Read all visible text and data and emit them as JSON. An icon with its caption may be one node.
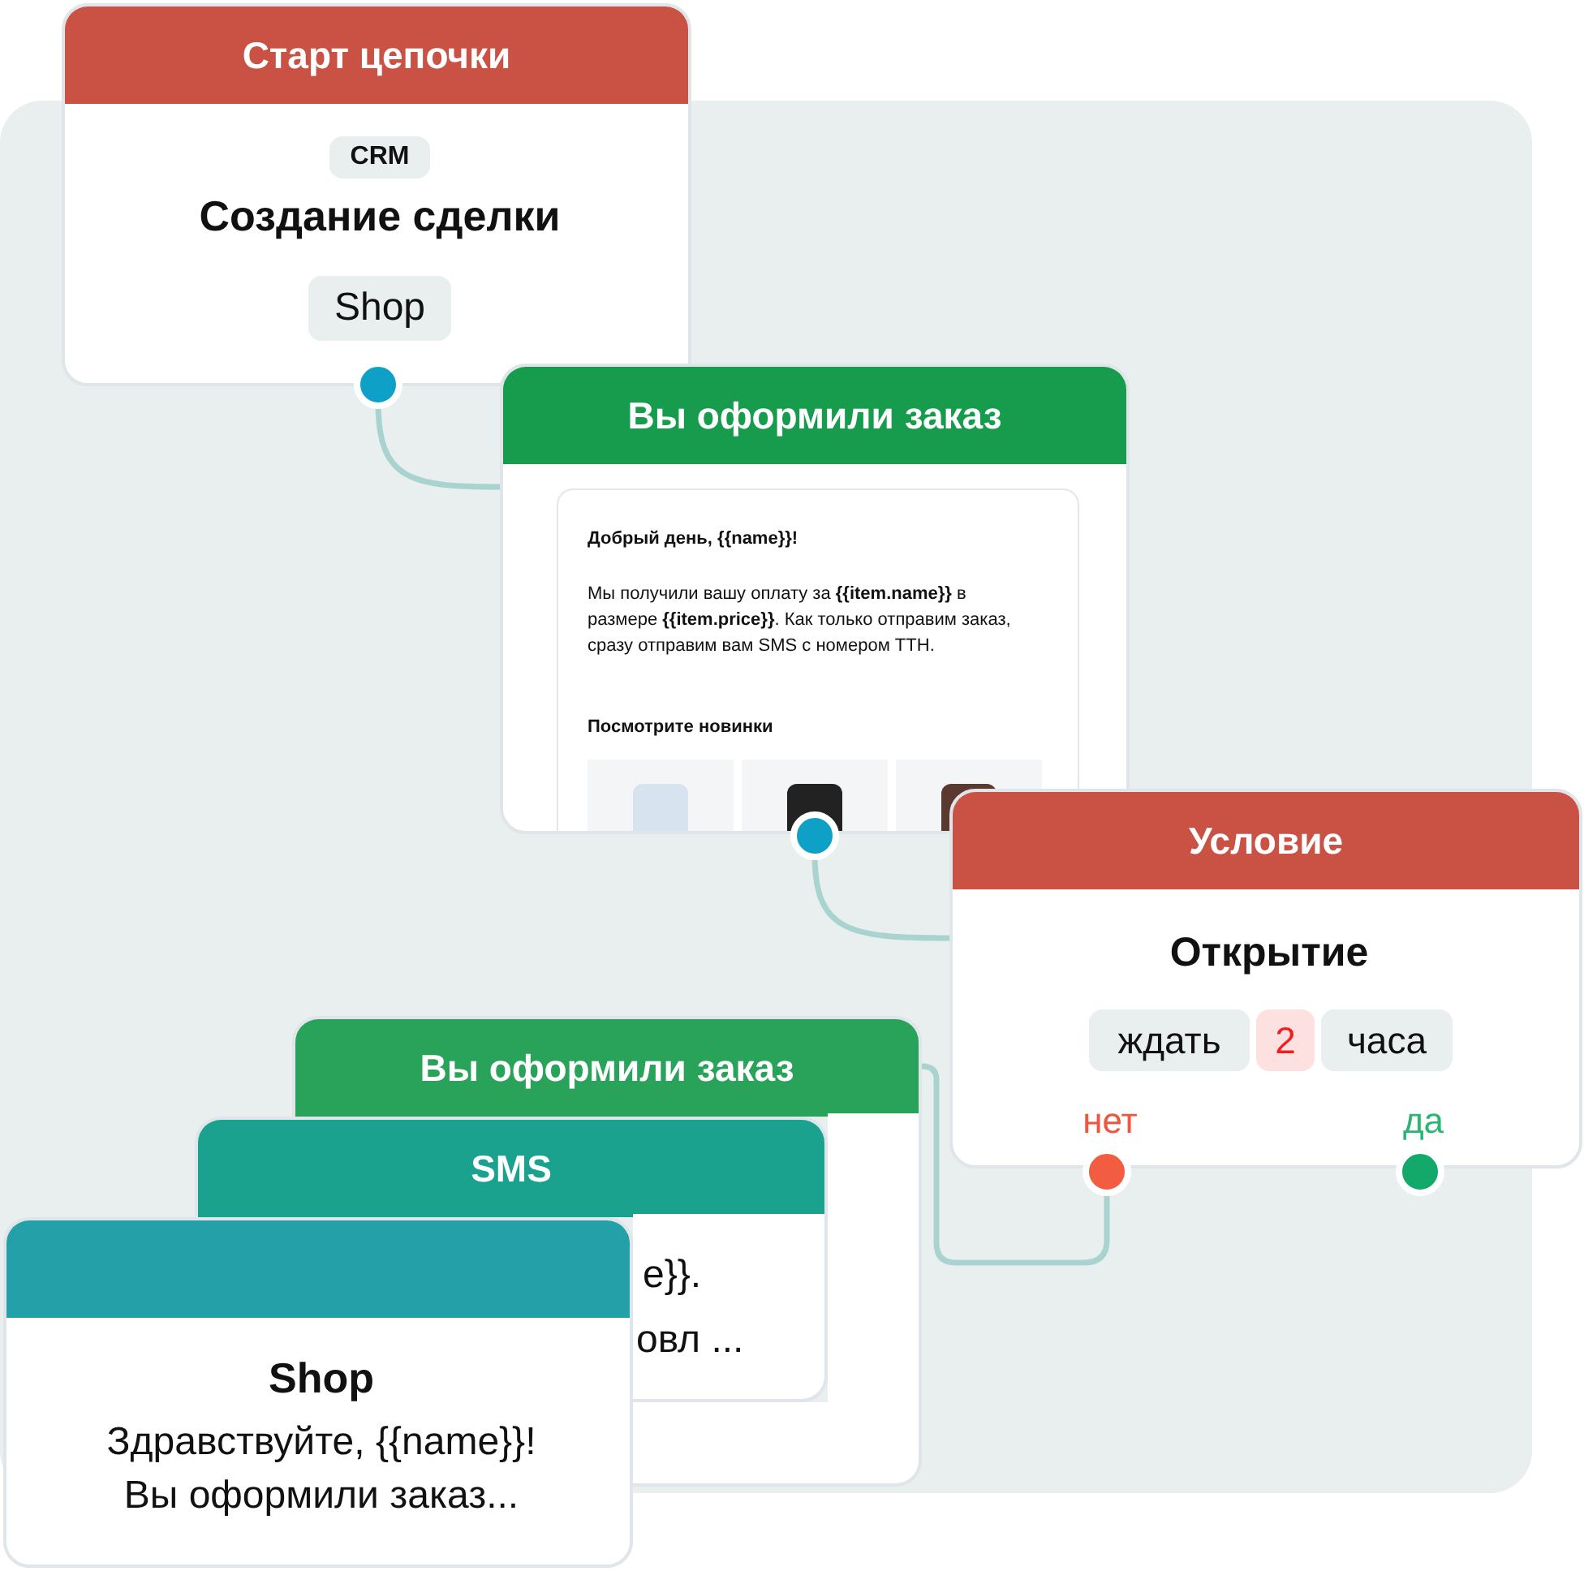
{
  "diagram": {
    "nodes": [
      {
        "text": [
          "Старт цепочки",
          "CRM",
          "Создание сделки",
          "Shop"
        ]
      },
      {
        "text": [
          "Вы оформили заказ",
          "Добрый день, {{name}}!",
          "Мы получили вашу оплату за **{{item.name}}** в размере **{{item.price}}**. Как только отправим заказ, сразу отправим вам SMS с номером ТТН.",
          "Посмотрите новинки"
        ]
      },
      {
        "text": [
          "Условие",
          "Открытие",
          "ждать",
          "2",
          "часа",
          "нет",
          "да"
        ]
      },
      {
        "text": [
          "Вы оформили заказ"
        ]
      },
      {
        "text": [
          "SMS"
        ]
      },
      {
        "text": [
          "Shop",
          "Здравствуйте, {{name}}! Вы оформили заказ..."
        ]
      },
      {
        "text": [],
        "shape": "box"
      },
      {
        "text": [],
        "shape": "box"
      },
      {
        "text": [
          "e}}.",
          "овл ..."
        ]
      }
    ],
    "edges": [
      {
        "from": 0,
        "to": 1,
        "arrow": "none"
      },
      {
        "from": 1,
        "to": 2,
        "arrow": "none"
      },
      {
        "from": 2,
        "to": 3,
        "arrow": "none"
      }
    ]
  }
}
